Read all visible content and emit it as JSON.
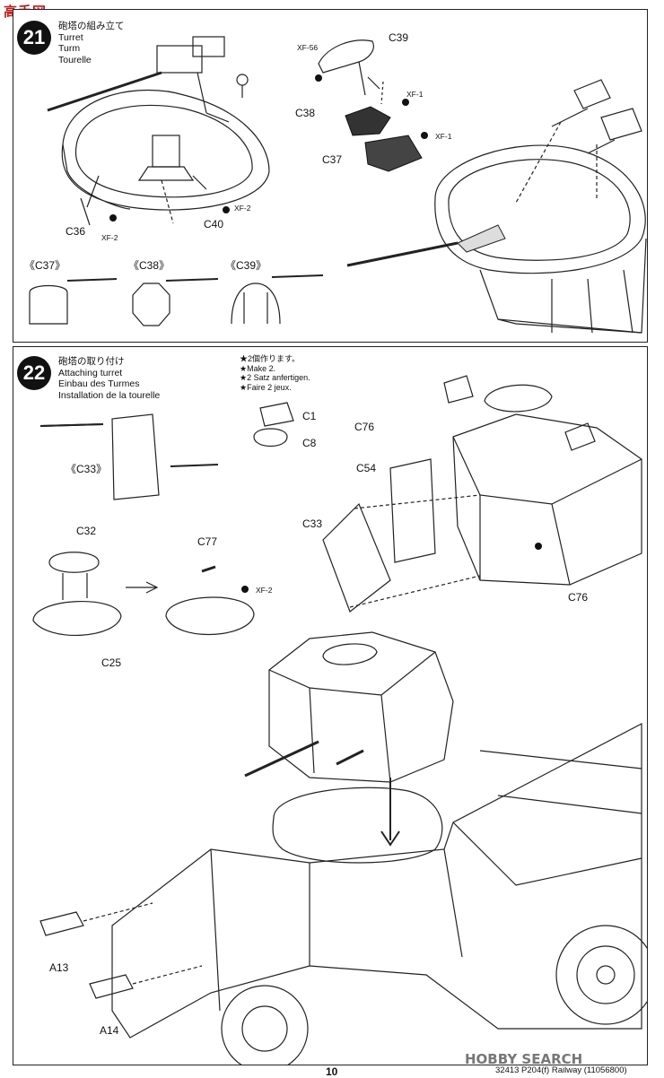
{
  "watermark": {
    "site_logo": "高手网"
  },
  "step21": {
    "number": "21",
    "titles": [
      "砲塔の組み立て",
      "Turret",
      "Turm",
      "Tourelle"
    ],
    "labels": {
      "c39": "C39",
      "xf56": "XF-56",
      "c38": "C38",
      "xf1_a": "XF-1",
      "xf1_b": "XF-1",
      "c37": "C37",
      "c36": "C36",
      "c40": "C40",
      "xf2_a": "XF-2",
      "xf2_b": "XF-2"
    },
    "templates": [
      "《C37》",
      "《C38》",
      "《C39》"
    ]
  },
  "step22": {
    "number": "22",
    "titles": [
      "砲塔の取り付け",
      "Attaching turret",
      "Einbau des Turmes",
      "Installation de la tourelle"
    ],
    "make2_note": [
      "★2個作ります。",
      "★Make 2.",
      "★2 Satz anfertigen.",
      "★Faire 2 jeux."
    ],
    "labels": {
      "c1": "C1",
      "c8": "C8",
      "c76_top": "C76",
      "c54": "C54",
      "c33": "C33",
      "c33_template": "《C33》",
      "c32": "C32",
      "c77": "C77",
      "xf2": "XF-2",
      "c25": "C25",
      "c76_bottom": "C76",
      "a13": "A13",
      "a14": "A14"
    }
  },
  "footer": {
    "page_number": "10",
    "product_code": "32413 P204(f) Railway (11056800)",
    "search_logo": "HOBBY SEARCH"
  },
  "colors": {
    "ink": "#111111",
    "badge": "#111111",
    "page": "#ffffff",
    "part_dark": "#333333"
  }
}
